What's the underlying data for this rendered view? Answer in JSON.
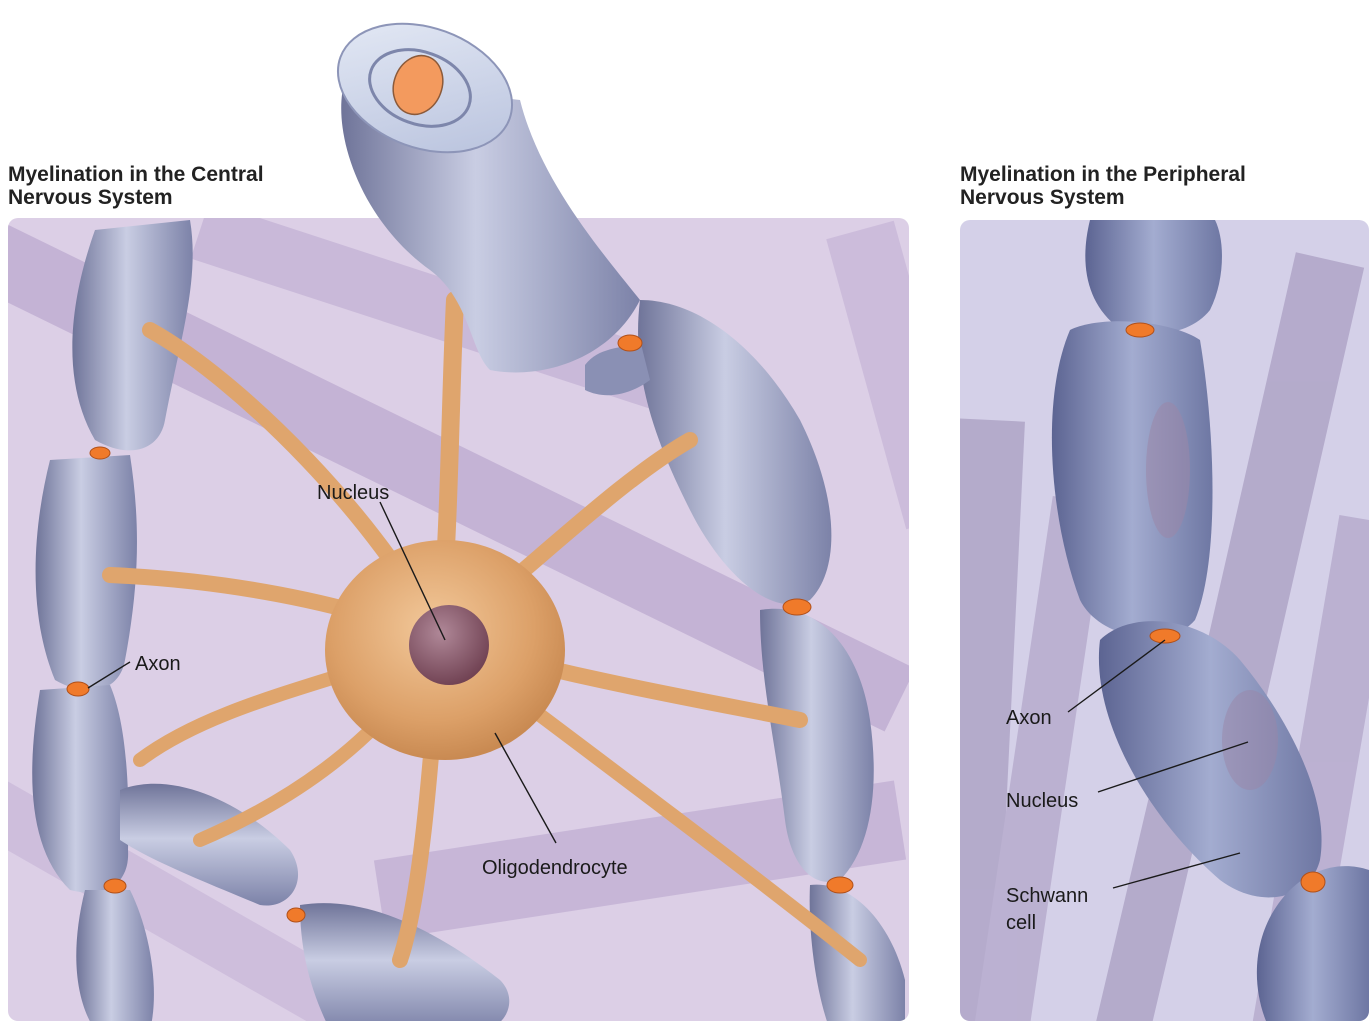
{
  "panels": {
    "cns": {
      "title": "Myelination in the Central\nNervous System",
      "labels": {
        "nucleus": "Nucleus",
        "axon": "Axon",
        "oligodendrocyte": "Oligodendrocyte"
      }
    },
    "pns": {
      "title": "Myelination in the Peripheral\nNervous System",
      "labels": {
        "axon": "Axon",
        "nucleus": "Nucleus",
        "schwann_line1": "Schwann",
        "schwann_line2": "cell"
      }
    }
  },
  "colors": {
    "background_panel": "#d9cde4",
    "background_band": "#b9a6cc",
    "myelin_sheath": "#8e94b8",
    "myelin_highlight": "#c5cae0",
    "axon_node": "#f07a2a",
    "oligodendrocyte": "#e0a870",
    "cell_nucleus": "#7a4a5a",
    "schwann_cell": "#7f88b0"
  }
}
